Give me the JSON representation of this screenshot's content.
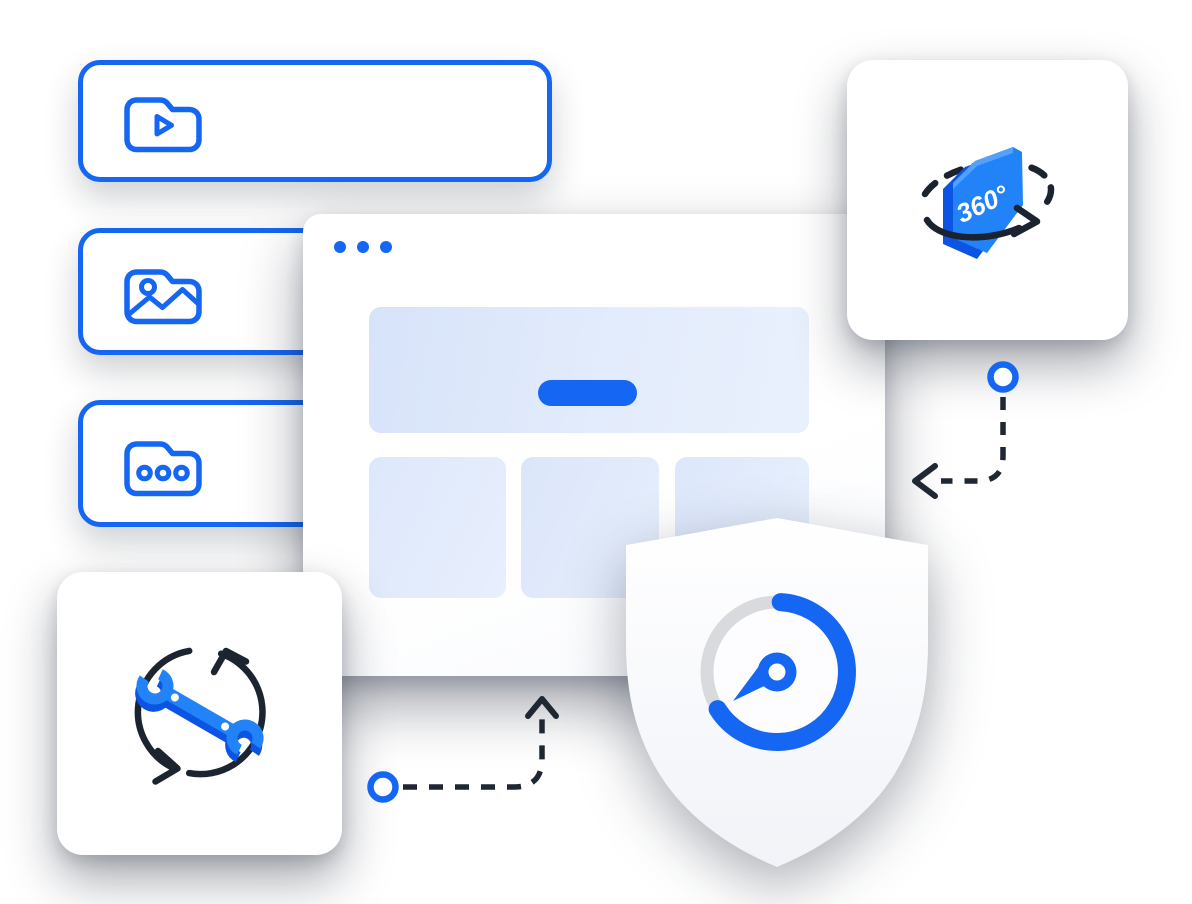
{
  "meta": {
    "description": "Feature illustration: browser window mockup linked by dashed connectors to a 360-degree rotation card, a maintenance wrench card and a security shield with speed gauge",
    "background": "#FFFFFF"
  },
  "colors": {
    "accent_blue": "#1566F2",
    "bright_blue": "#2183F7",
    "deep_blue": "#0C55E4",
    "panel_light_from": "#D7E3F9",
    "panel_light_to": "#E9F0FD",
    "outline_dark": "#1F2733",
    "gauge_track_gray": "#D8DADE",
    "card_white": "#FFFFFF"
  },
  "badge_360": {
    "label": "360°"
  },
  "browser_window": {
    "traffic_dots": 3,
    "hero_blocks": 1,
    "grid_cards": 3,
    "button_placeholders": 1
  },
  "folder_cards": [
    {
      "icon": "video-folder-icon"
    },
    {
      "icon": "image-folder-icon"
    },
    {
      "icon": "ellipsis-folder-icon"
    }
  ],
  "feature_cards": [
    {
      "icon": "rotate-360-icon",
      "label": "360°"
    },
    {
      "icon": "sync-wrench-icon"
    }
  ],
  "shield": {
    "icon": "shield-gauge-icon",
    "gauge_progress_deg": 228
  },
  "connectors": [
    {
      "from": "badge-connector-dot",
      "to": "shield",
      "style": "dashed-elbow-left-arrow"
    },
    {
      "from": "wrench-connector-dot",
      "to": "browser-window",
      "style": "dashed-elbow-up-arrow"
    }
  ]
}
